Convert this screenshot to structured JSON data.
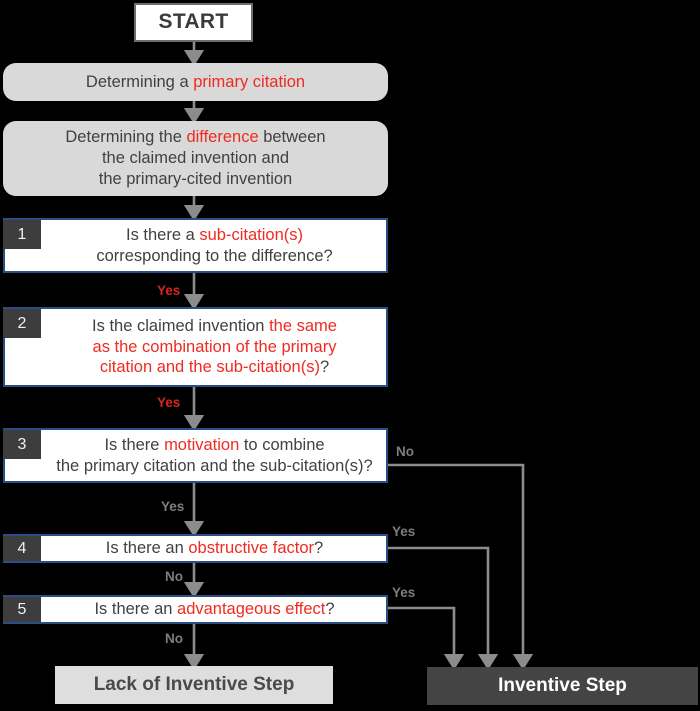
{
  "diagram": {
    "title": "Inventive Step Determination Flowchart",
    "colors": {
      "accent_red": "#ef2b21",
      "label_red": "#d7261d",
      "label_gray": "#7d7d7d",
      "box_border_blue": "#2a4f86",
      "badge_dark": "#3d3d3d",
      "process_gray": "#d9d9d9",
      "terminal_dark": "#444444",
      "terminal_light": "#dedede",
      "connector_gray": "#8c8c8c",
      "text_gray": "#414141",
      "background": "#000000"
    }
  },
  "start": {
    "label": "START"
  },
  "process_steps": [
    {
      "id": "determining-primary-citation",
      "segments": [
        {
          "text": "Determining a ",
          "color": "gray"
        },
        {
          "text": "primary citation",
          "color": "red"
        }
      ],
      "plain": "Determining a primary citation"
    },
    {
      "id": "determining-difference",
      "lines": [
        [
          {
            "text": "Determining the ",
            "color": "gray"
          },
          {
            "text": "difference",
            "color": "red"
          },
          {
            "text": " between",
            "color": "gray"
          }
        ],
        [
          {
            "text": "the claimed invention and",
            "color": "gray"
          }
        ],
        [
          {
            "text": "the primary-cited invention",
            "color": "gray"
          }
        ]
      ],
      "plain": "Determining the difference between the claimed invention and the primary-cited invention"
    }
  ],
  "decisions": [
    {
      "number": "1",
      "id": "sub-citation-exists",
      "lines": [
        [
          {
            "text": "Is there a ",
            "color": "gray"
          },
          {
            "text": "sub-citation(s)",
            "color": "red"
          }
        ],
        [
          {
            "text": "corresponding to the difference?",
            "color": "gray"
          }
        ]
      ],
      "plain": "Is there a sub-citation(s) corresponding to the difference?"
    },
    {
      "number": "2",
      "id": "claimed-invention-same-as-combination",
      "lines": [
        [
          {
            "text": "Is the claimed invention ",
            "color": "gray"
          },
          {
            "text": "the same",
            "color": "red"
          }
        ],
        [
          {
            "text": "as the combination of the primary",
            "color": "red"
          }
        ],
        [
          {
            "text": "citation and the sub-citation(s)",
            "color": "red"
          },
          {
            "text": "?",
            "color": "gray"
          }
        ]
      ],
      "plain": "Is the claimed invention the same as the combination of the primary citation and the sub-citation(s)?"
    },
    {
      "number": "3",
      "id": "motivation-to-combine",
      "lines": [
        [
          {
            "text": "Is there ",
            "color": "gray"
          },
          {
            "text": "motivation",
            "color": "red"
          },
          {
            "text": " to combine",
            "color": "gray"
          }
        ],
        [
          {
            "text": "the primary citation and the sub-citation(s)?",
            "color": "gray"
          }
        ]
      ],
      "plain": "Is there motivation to combine the primary citation and the sub-citation(s)?"
    },
    {
      "number": "4",
      "id": "obstructive-factor",
      "lines": [
        [
          {
            "text": "Is there an ",
            "color": "gray"
          },
          {
            "text": "obstructive factor",
            "color": "red"
          },
          {
            "text": "?",
            "color": "gray"
          }
        ]
      ],
      "plain": "Is there an obstructive factor?"
    },
    {
      "number": "5",
      "id": "advantageous-effect",
      "lines": [
        [
          {
            "text": "Is there an ",
            "color": "gray"
          },
          {
            "text": "advantageous effect",
            "color": "red"
          },
          {
            "text": "?",
            "color": "gray"
          }
        ]
      ],
      "plain": "Is there an advantageous effect?"
    }
  ],
  "edge_labels": [
    {
      "id": "edge-1-yes",
      "text": "Yes",
      "color": "red",
      "from": "decision-1",
      "to": "decision-2"
    },
    {
      "id": "edge-2-yes",
      "text": "Yes",
      "color": "red",
      "from": "decision-2",
      "to": "decision-3"
    },
    {
      "id": "edge-3-yes",
      "text": "Yes",
      "color": "gray",
      "from": "decision-3",
      "to": "decision-4"
    },
    {
      "id": "edge-3-no",
      "text": "No",
      "color": "gray",
      "from": "decision-3",
      "to": "inventive-step"
    },
    {
      "id": "edge-4-no",
      "text": "No",
      "color": "gray",
      "from": "decision-4",
      "to": "decision-5"
    },
    {
      "id": "edge-4-yes",
      "text": "Yes",
      "color": "gray",
      "from": "decision-4",
      "to": "inventive-step"
    },
    {
      "id": "edge-5-no",
      "text": "No",
      "color": "gray",
      "from": "decision-5",
      "to": "lack-of-inventive-step"
    },
    {
      "id": "edge-5-yes",
      "text": "Yes",
      "color": "gray",
      "from": "decision-5",
      "to": "inventive-step"
    }
  ],
  "terminals": [
    {
      "id": "lack-of-inventive-step",
      "label": "Lack of Inventive Step",
      "style": "light"
    },
    {
      "id": "inventive-step",
      "label": "Inventive Step",
      "style": "dark"
    }
  ]
}
